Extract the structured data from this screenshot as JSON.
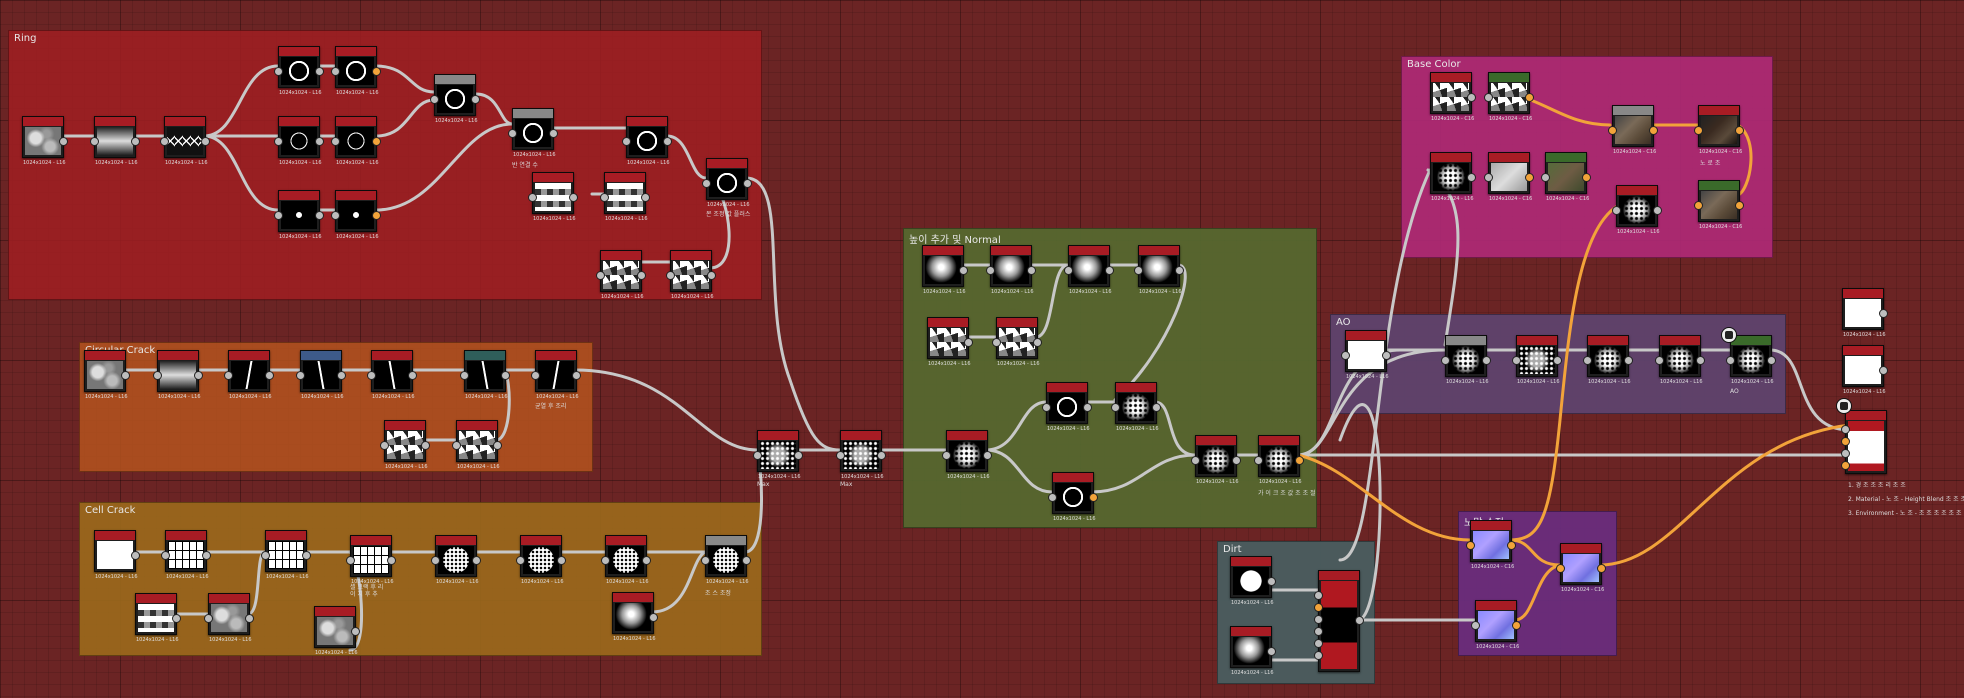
{
  "frames": {
    "ring": {
      "title": "Ring",
      "color": "#9a1e22"
    },
    "circular_crack": {
      "title": "Circular Crack",
      "color": "#b4531e"
    },
    "cell_crack": {
      "title": "Cell Crack",
      "color": "#9c6a1c"
    },
    "height_normal": {
      "title": "높이 추가 및 Normal",
      "color": "#566a30"
    },
    "base_color": {
      "title": "Base Color",
      "color": "#b02a78"
    },
    "ao": {
      "title": "AO",
      "color": "#5e4470"
    },
    "dirt": {
      "title": "Dirt",
      "color": "#4a5e60"
    },
    "normal_edit": {
      "title": "노말 수정",
      "color": "#6a2e80"
    }
  },
  "node_label": "1024x1024 - L16",
  "node_label_rgb": "1024x1024 - C16",
  "annotations": {
    "ring_note_1": "반 연결 수",
    "ring_note_2": "몬 조정 값 플러스",
    "crack_note": "균열 후 조리",
    "cell_note_1": "셀 크랙 후 리",
    "cell_note_2": "이 치 후 추",
    "cell_note_3": "조 스 조정",
    "max_1": "Max",
    "max_2": "Max",
    "height_note": "가 이 크 조 값 조 조 절",
    "base_note": "노 로 조",
    "ao_note": "AO",
    "output_note_1": "1. 경 조 조 조 리 조 조",
    "output_note_2": "2. Material - 노 조 - Height Blend 조 조 조 조",
    "output_note_3": "3. Environment - 노 조 - 조 조 조 조 조 조"
  },
  "colors": {
    "wire": "#c8c8c8",
    "wire_color": "#f2a33a",
    "node_header": "#a81c24"
  }
}
